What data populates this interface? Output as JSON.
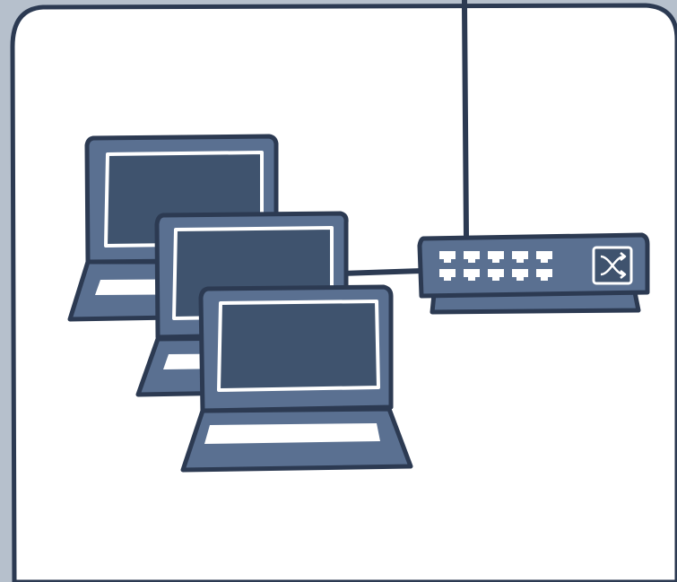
{
  "colors": {
    "background": "#b6c0cc",
    "panel": "#ffffff",
    "device_body": "#5a7091",
    "device_screen": "#3f536e",
    "outline": "#2c3a52",
    "screen_border": "#ffffff",
    "cable": "#2c3a52"
  },
  "devices": {
    "laptops": [
      {
        "name": "laptop-back"
      },
      {
        "name": "laptop-middle"
      },
      {
        "name": "laptop-front"
      }
    ],
    "switch": {
      "port_rows": 2,
      "ports_per_row": 5,
      "uplink_icon": "crossed-arrows-icon"
    }
  },
  "connections": [
    {
      "from": "laptop-middle",
      "to": "switch"
    },
    {
      "from": "switch",
      "to": "top-edge"
    }
  ]
}
